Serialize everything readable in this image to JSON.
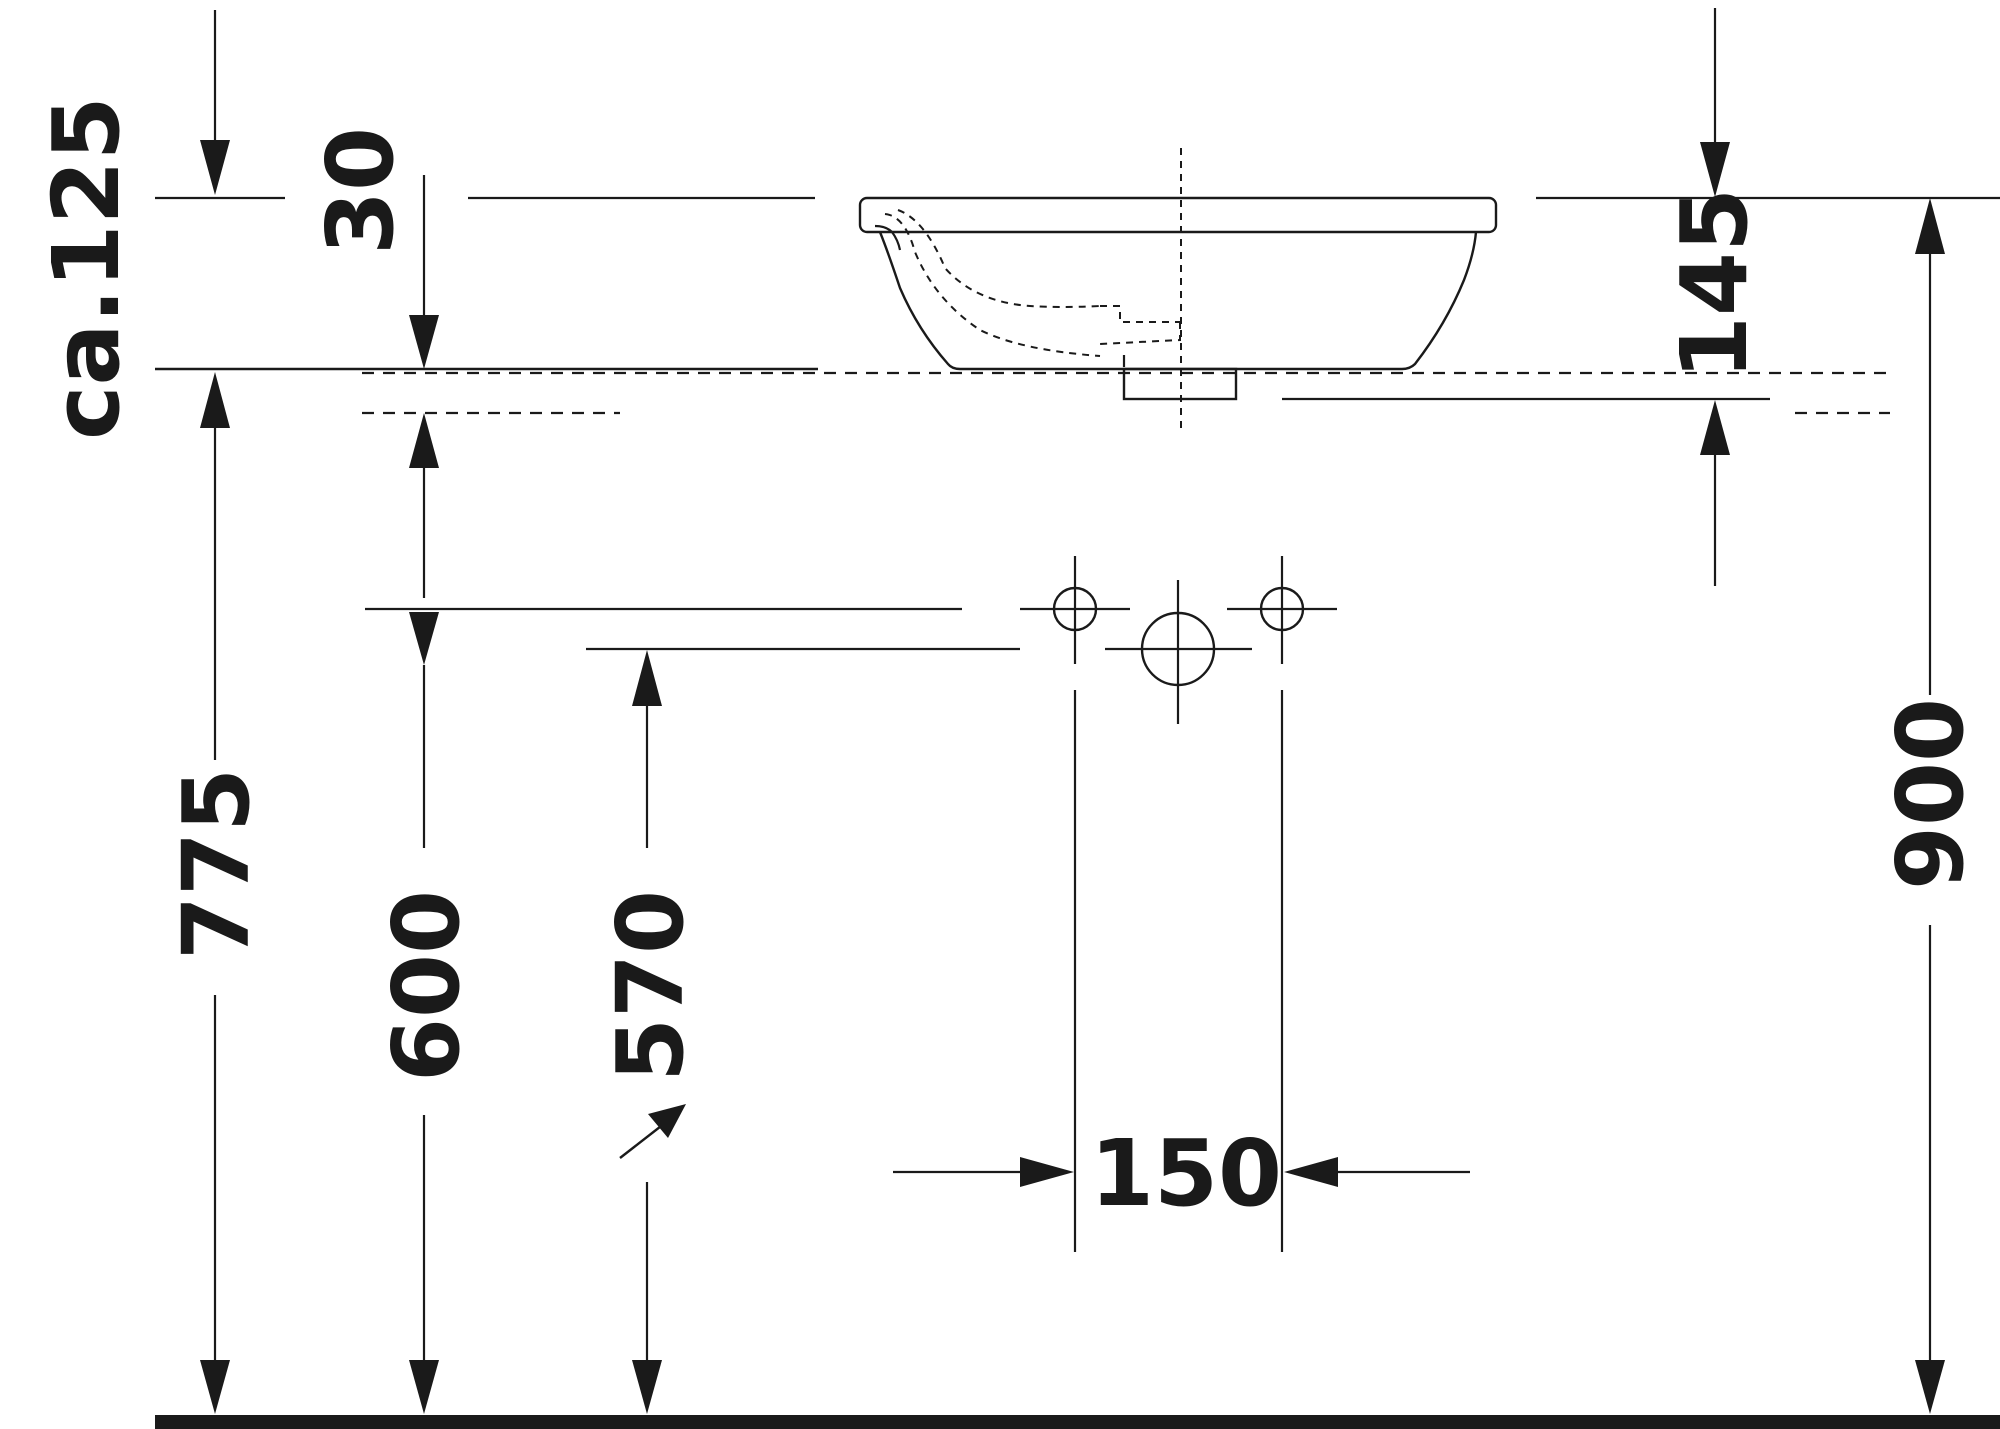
{
  "dimensions": {
    "d_ca125": "ca.125",
    "d_30": "30",
    "d_145": "145",
    "d_775": "775",
    "d_600": "600",
    "d_570": "570",
    "d_900": "900",
    "d_150": "150"
  }
}
